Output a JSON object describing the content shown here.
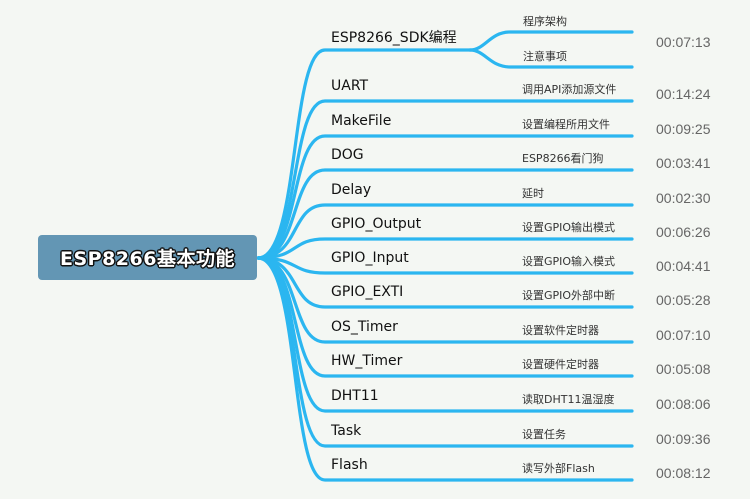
{
  "root": {
    "label": "ESP8266基本功能"
  },
  "colors": {
    "line": "#2bb6f0",
    "root_bg": "#6396b4",
    "background": "#f4f7f3"
  },
  "branches": [
    {
      "label": "ESP8266_SDK编程",
      "subs": [
        "程序架构",
        "注意事项"
      ],
      "time": "00:07:13"
    },
    {
      "label": "UART",
      "subs": [
        "调用API添加源文件"
      ],
      "time": "00:14:24"
    },
    {
      "label": "MakeFile",
      "subs": [
        "设置编程所用文件"
      ],
      "time": "00:09:25"
    },
    {
      "label": "DOG",
      "subs": [
        "ESP8266看门狗"
      ],
      "time": "00:03:41"
    },
    {
      "label": "Delay",
      "subs": [
        "延时"
      ],
      "time": "00:02:30"
    },
    {
      "label": "GPIO_Output",
      "subs": [
        "设置GPIO输出模式"
      ],
      "time": "00:06:26"
    },
    {
      "label": "GPIO_Input",
      "subs": [
        "设置GPIO输入模式"
      ],
      "time": "00:04:41"
    },
    {
      "label": "GPIO_EXTI",
      "subs": [
        "设置GPIO外部中断"
      ],
      "time": "00:05:28"
    },
    {
      "label": "OS_Timer",
      "subs": [
        "设置软件定时器"
      ],
      "time": "00:07:10"
    },
    {
      "label": "HW_Timer",
      "subs": [
        "设置硬件定时器"
      ],
      "time": "00:05:08"
    },
    {
      "label": "DHT11",
      "subs": [
        "读取DHT11温湿度"
      ],
      "time": "00:08:06"
    },
    {
      "label": "Task",
      "subs": [
        "设置任务"
      ],
      "time": "00:09:36"
    },
    {
      "label": "Flash",
      "subs": [
        "读写外部Flash"
      ],
      "time": "00:08:12"
    }
  ]
}
